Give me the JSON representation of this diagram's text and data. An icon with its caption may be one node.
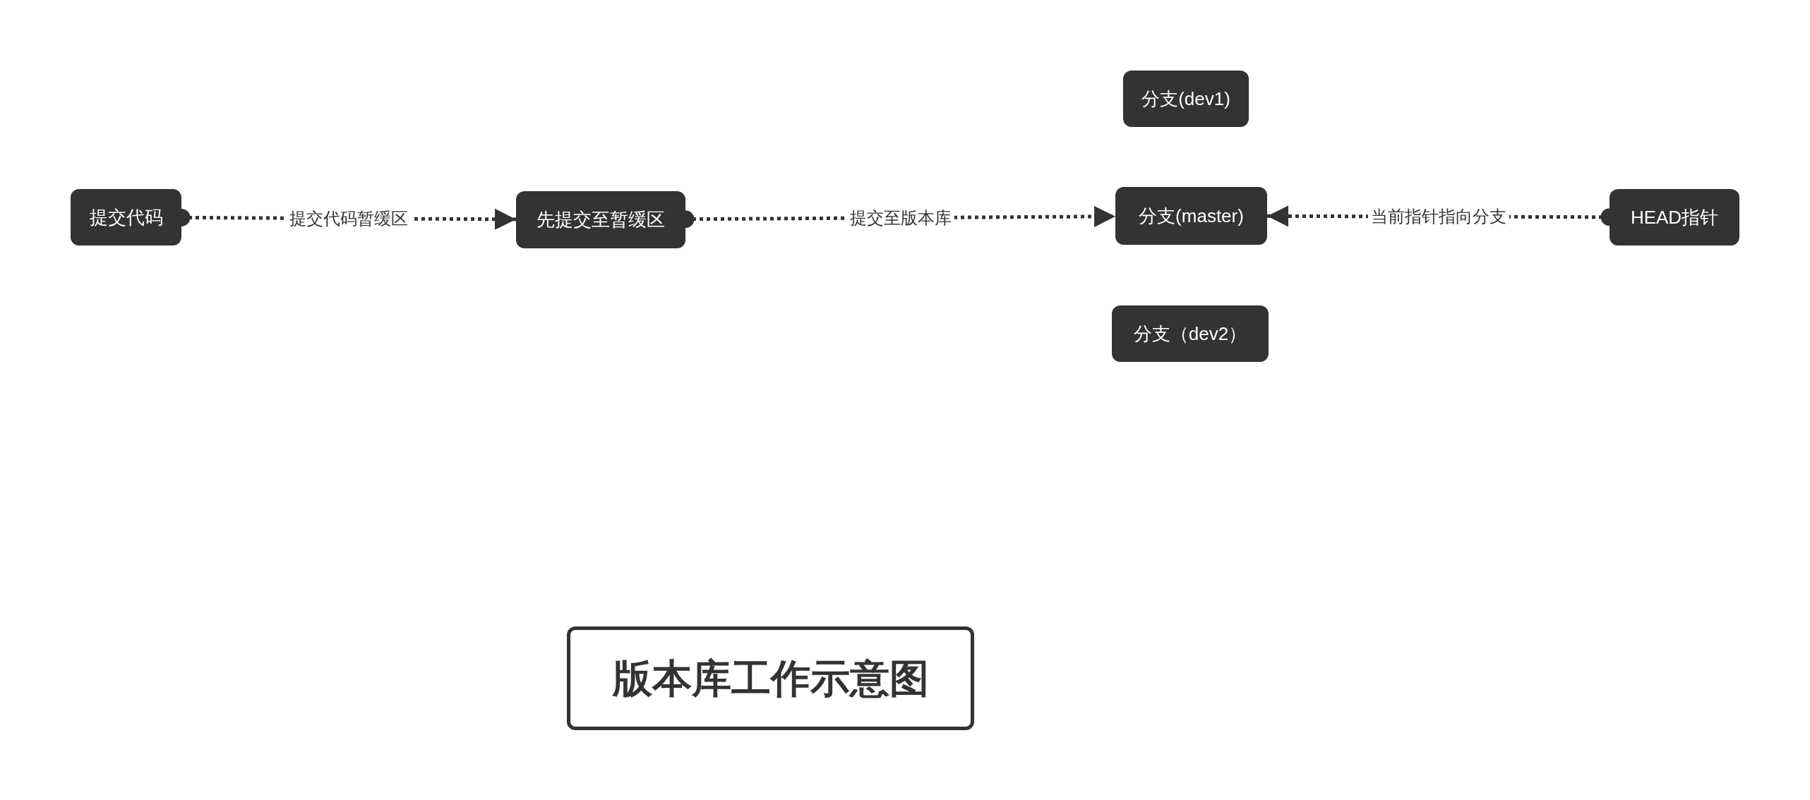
{
  "diagram": {
    "title": "版本库工作示意图",
    "nodes": [
      {
        "text": [
          "提交代码"
        ]
      },
      {
        "text": [
          "先提交至暂缓区"
        ]
      },
      {
        "text": [
          "分支(dev1)"
        ]
      },
      {
        "text": [
          "分支(master)"
        ]
      },
      {
        "text": [
          "分支（dev2）"
        ]
      },
      {
        "text": [
          "HEAD指针"
        ]
      }
    ],
    "edges": [
      {
        "from": 0,
        "to": 1,
        "arrow": "to",
        "label": "提交代码暂缓区",
        "style": "dashed"
      },
      {
        "from": 1,
        "to": 3,
        "arrow": "to",
        "label": "提交至版本库",
        "style": "dashed"
      },
      {
        "from": 5,
        "to": 3,
        "arrow": "to",
        "label": "当前指针指向分支",
        "style": "dashed"
      }
    ]
  }
}
